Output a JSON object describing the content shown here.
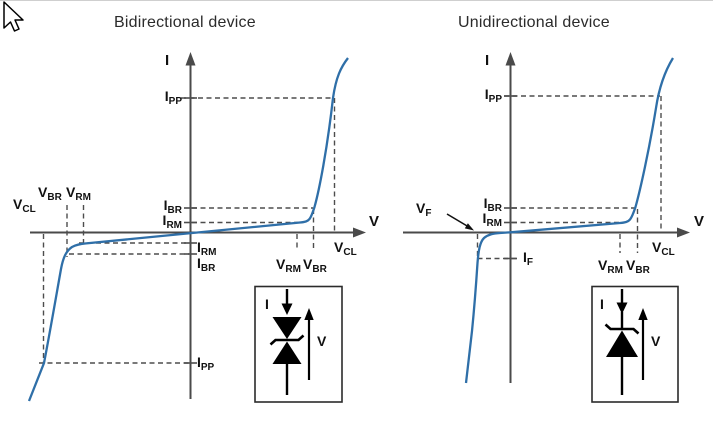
{
  "colors": {
    "curve": "#2f6fa8",
    "axis": "#4a4a4a",
    "dash": "#4d4d4d",
    "text": "#111111",
    "title": "#2b2b2b",
    "boxline": "#2b2b2b"
  },
  "left_plot": {
    "title": "Bidirectional device",
    "y_axis_label": "I",
    "x_axis_label": "V",
    "labels": {
      "ipp_top": {
        "m": "I",
        "s": "PP"
      },
      "ibr_upper": {
        "m": "I",
        "s": "BR"
      },
      "irm_upper": {
        "m": "I",
        "s": "RM"
      },
      "irm_lower": {
        "m": "I",
        "s": "RM"
      },
      "ibr_lower": {
        "m": "I",
        "s": "BR"
      },
      "ipp_bottom": {
        "m": "I",
        "s": "PP"
      },
      "vcl_neg": {
        "m": "V",
        "s": "CL"
      },
      "vbr_neg": {
        "m": "V",
        "s": "BR"
      },
      "vrm_neg": {
        "m": "V",
        "s": "RM"
      },
      "vrm_pos": {
        "m": "V",
        "s": "RM"
      },
      "vbr_pos": {
        "m": "V",
        "s": "BR"
      },
      "vcl_pos": {
        "m": "V",
        "s": "CL"
      }
    },
    "symbol": {
      "name": "bidirectional TVS diode",
      "current_label": "I",
      "voltage_label": "V"
    }
  },
  "right_plot": {
    "title": "Unidirectional device",
    "y_axis_label": "I",
    "x_axis_label": "V",
    "labels": {
      "ipp_top": {
        "m": "I",
        "s": "PP"
      },
      "ibr_upper": {
        "m": "I",
        "s": "BR"
      },
      "irm_upper": {
        "m": "I",
        "s": "RM"
      },
      "vf": {
        "m": "V",
        "s": "F"
      },
      "if": {
        "m": "I",
        "s": "F"
      },
      "vrm_pos": {
        "m": "V",
        "s": "RM"
      },
      "vbr_pos": {
        "m": "V",
        "s": "BR"
      },
      "vcl_pos": {
        "m": "V",
        "s": "CL"
      }
    },
    "symbol": {
      "name": "unidirectional TVS diode",
      "current_label": "I",
      "voltage_label": "V"
    }
  },
  "chart_data": [
    {
      "type": "line",
      "title": "Bidirectional device",
      "xlabel": "V",
      "ylabel": "I",
      "grid": false,
      "description": "Qualitative symmetric TVS diode I-V characteristic: small leakage slope through origin, breakdown knees in both polarities, steep clamping branches.",
      "key_points": [
        "(+V_RM, +I_RM) stand-off point",
        "(+V_BR, +I_BR) breakdown knee",
        "(+V_CL, +I_PP) clamping point",
        "(-V_RM, -I_RM)",
        "(-V_BR, -I_BR)",
        "(-V_CL, -I_PP)"
      ]
    },
    {
      "type": "line",
      "title": "Unidirectional device",
      "xlabel": "V",
      "ylabel": "I",
      "grid": false,
      "description": "Qualitative unidirectional TVS diode I-V characteristic: forward conduction near -V_F at -I_F, reverse breakdown knee at V_BR, clamping at V_CL/I_PP.",
      "key_points": [
        "(-V_F, -I_F) forward conduction",
        "(+V_RM, +I_RM) stand-off point",
        "(+V_BR, +I_BR) breakdown knee",
        "(+V_CL, +I_PP) clamping point"
      ]
    }
  ]
}
